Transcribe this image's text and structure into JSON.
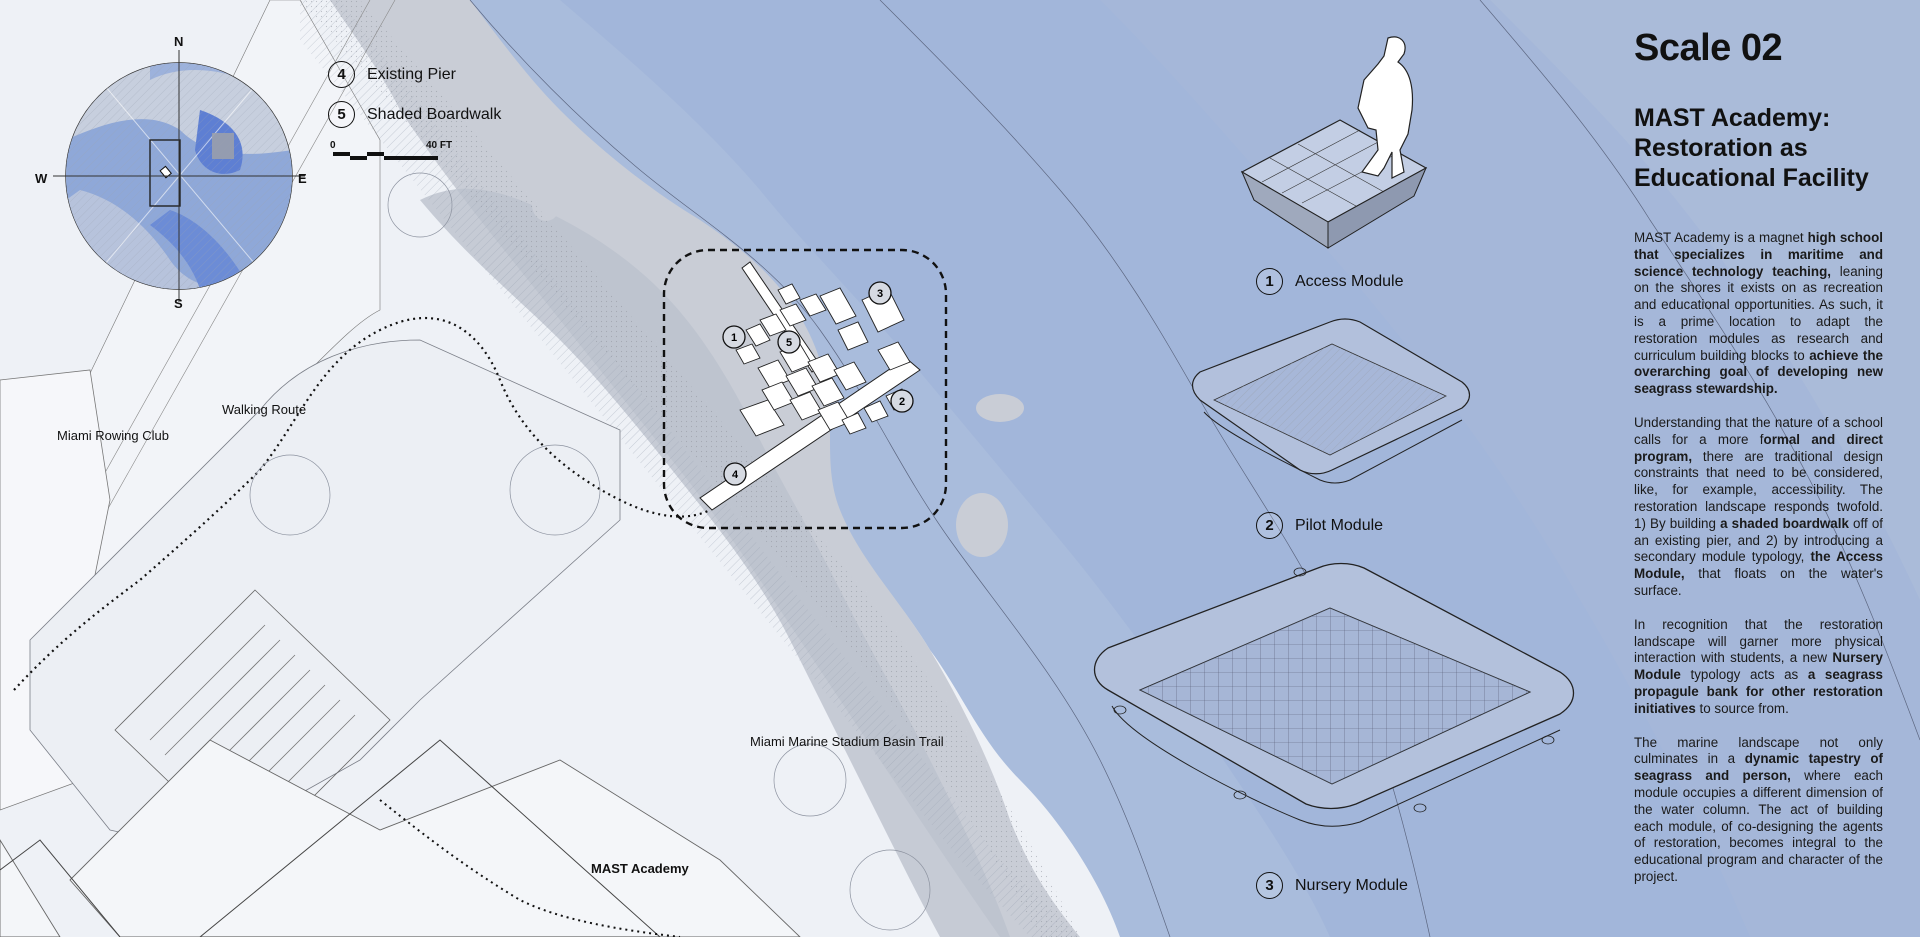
{
  "legend": {
    "existing_pier": {
      "number": "4",
      "label": "Existing Pier"
    },
    "shaded_boardwalk": {
      "number": "5",
      "label": "Shaded Boardwalk"
    }
  },
  "scale_bar": {
    "start": "0",
    "end": "40 FT"
  },
  "compass": {
    "north": "N",
    "south": "S",
    "east": "E",
    "west": "W"
  },
  "map_labels": {
    "walking_route": "Walking Route",
    "rowing_club": "Miami Rowing Club",
    "stadium_trail": "Miami Marine Stadium Basin Trail",
    "mast_academy": "MAST Academy"
  },
  "site_markers": [
    "1",
    "2",
    "3",
    "4",
    "5"
  ],
  "modules": [
    {
      "number": "1",
      "label": "Access Module"
    },
    {
      "number": "2",
      "label": "Pilot Module"
    },
    {
      "number": "3",
      "label": "Nursery Module"
    }
  ],
  "sidebar": {
    "scale_title": "Scale 02",
    "title": "MAST Academy: Restoration as Educational Facility",
    "paragraphs": [
      [
        {
          "t": "MAST Academy is a magnet ",
          "b": false
        },
        {
          "t": "high school that specializes in maritime and science technology teaching,",
          "b": true
        },
        {
          "t": " leaning on the shores it exists on as recreation and educational opportunities. As such, it is a prime location to adapt the restoration modules as research and curriculum building blocks to ",
          "b": false
        },
        {
          "t": "achieve the overarching goal of developing new seagrass stewardship.",
          "b": true
        }
      ],
      [
        {
          "t": "Understanding that the nature of a school calls for a more f",
          "b": false
        },
        {
          "t": "ormal and direct program,",
          "b": true
        },
        {
          "t": " there are traditional design constraints that need to be considered, like, for example, accessibility. The restoration landscape responds twofold. 1) By building ",
          "b": false
        },
        {
          "t": "a shaded boardwalk",
          "b": true
        },
        {
          "t": " off of an existing pier, and 2) by introducing a secondary module typology, ",
          "b": false
        },
        {
          "t": "the Access Module,",
          "b": true
        },
        {
          "t": " that floats on the water's surface.",
          "b": false
        }
      ],
      [
        {
          "t": "In recognition that the restoration landscape will garner more physical interaction with students, a new ",
          "b": false
        },
        {
          "t": "Nursery Module",
          "b": true
        },
        {
          "t": " typology acts as ",
          "b": false
        },
        {
          "t": "a seagrass propagule bank for other restoration initiatives",
          "b": true
        },
        {
          "t": " to source from.",
          "b": false
        }
      ],
      [
        {
          "t": "The marine landscape not only culminates in a ",
          "b": false
        },
        {
          "t": "dynamic tapestry of seagrass and person,",
          "b": true
        },
        {
          "t": " where each module occupies a different dimension of the water column. The act of building each module, of co-designing the agents of restoration, becomes integral to the educational program and character of the project.",
          "b": false
        }
      ]
    ]
  },
  "colors": {
    "water": "#a9bcdc",
    "deep_water": "#9fb3d8",
    "land": "#eef1f6",
    "shore": "#c9cdd6"
  }
}
